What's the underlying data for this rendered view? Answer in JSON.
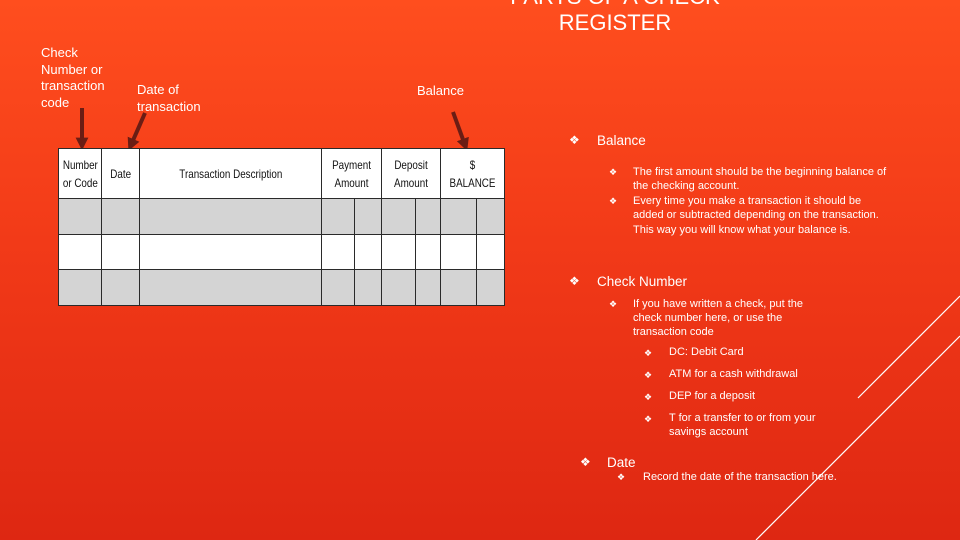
{
  "slide": {
    "title": "PARTS OF A CHECK REGISTER",
    "labels": {
      "check_number": "Check Number or transaction code",
      "date": "Date of transaction",
      "balance": "Balance"
    }
  },
  "register": {
    "headers": [
      "Number or Code",
      "Date",
      "Transaction Description",
      "Payment Amount",
      "Deposit Amount",
      "$ BALANCE"
    ]
  },
  "notes": {
    "balance": {
      "heading": "Balance",
      "items": [
        "The first amount should be the beginning balance of the checking account.",
        "Every time you make a transaction it should be added or subtracted depending on the transaction.  This way you will know what your balance is."
      ]
    },
    "check_number": {
      "heading": "Check Number",
      "item": "If you have written a check, put the check number here,  or use the transaction code",
      "codes": [
        "DC:  Debit Card",
        "ATM for a cash withdrawal",
        "DEP for a deposit",
        "T for a transfer to or from your savings account"
      ]
    },
    "date": {
      "heading": "Date",
      "item": "Record the date of the transaction here."
    }
  },
  "icons": {
    "bullet": "diamond-bullet-icon",
    "arrow": "arrow-down-icon"
  },
  "colors": {
    "background_top": "#ff4e1e",
    "background_bottom": "#de2712",
    "arrow": "#6b1d14",
    "row_shade": "#d4d4d4"
  }
}
